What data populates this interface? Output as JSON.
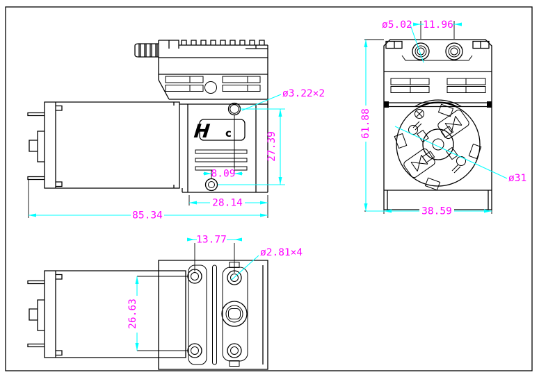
{
  "colors": {
    "background": "#ffffff",
    "drawing_line": "#000000",
    "dimension_line": "#00ffff",
    "dimension_text": "#ff00ff"
  },
  "logo": {
    "h": "H",
    "c": "c"
  },
  "side_view": {
    "dims": {
      "hole_dia": "ø3.22×2",
      "hole_spacing_v": "27.39",
      "hole_offset": "8.09",
      "head_width": "28.14",
      "overall_length": "85.34"
    }
  },
  "front_view": {
    "dims": {
      "port_dia": "ø5.02",
      "port_spacing": "11.96",
      "overall_height": "61.88",
      "motor_dia": "ø31",
      "body_width": "38.59"
    }
  },
  "bottom_view": {
    "dims": {
      "hole_spacing_x": "13.77",
      "hole_dia": "ø2.81×4",
      "hole_spacing_y": "26.63"
    }
  }
}
